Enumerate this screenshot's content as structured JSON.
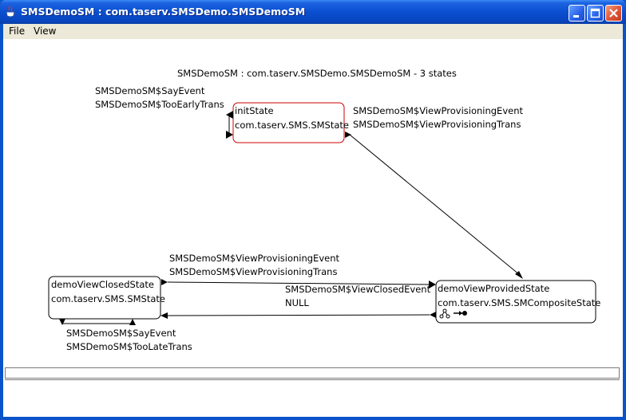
{
  "window": {
    "title": "SMSDemoSM : com.taserv.SMSDemo.SMSDemoSM",
    "title_bar_color": "#0a4fd0",
    "close_button_color": "#e0583a"
  },
  "menu": {
    "items": [
      "File",
      "View"
    ]
  },
  "diagram": {
    "header": "SMSDemoSM : com.taserv.SMSDemo.SMSDemoSM - 3 states",
    "states": {
      "init": {
        "name": "initState",
        "type": "com.taserv.SMS.SMState",
        "border_color": "#cc0000"
      },
      "closed": {
        "name": "demoViewClosedState",
        "type": "com.taserv.SMS.SMState",
        "border_color": "#000000"
      },
      "provided": {
        "name": "demoViewProvidedState",
        "type": "com.taserv.SMS.SMCompositeState",
        "border_color": "#000000"
      }
    },
    "transitions": {
      "init_self": {
        "event": "SMSDemoSM$SayEvent",
        "trans": "SMSDemoSM$TooEarlyTrans"
      },
      "init_to_provided": {
        "event": "SMSDemoSM$ViewProvisioningEvent",
        "trans": "SMSDemoSM$ViewProvisioningTrans"
      },
      "closed_to_provided": {
        "event": "SMSDemoSM$ViewProvisioningEvent",
        "trans": "SMSDemoSM$ViewProvisioningTrans"
      },
      "provided_to_closed": {
        "event": "SMSDemoSM$ViewClosedEvent",
        "trans": "NULL"
      },
      "closed_self": {
        "event": "SMSDemoSM$SayEvent",
        "trans": "SMSDemoSM$TooLateTrans"
      }
    }
  }
}
